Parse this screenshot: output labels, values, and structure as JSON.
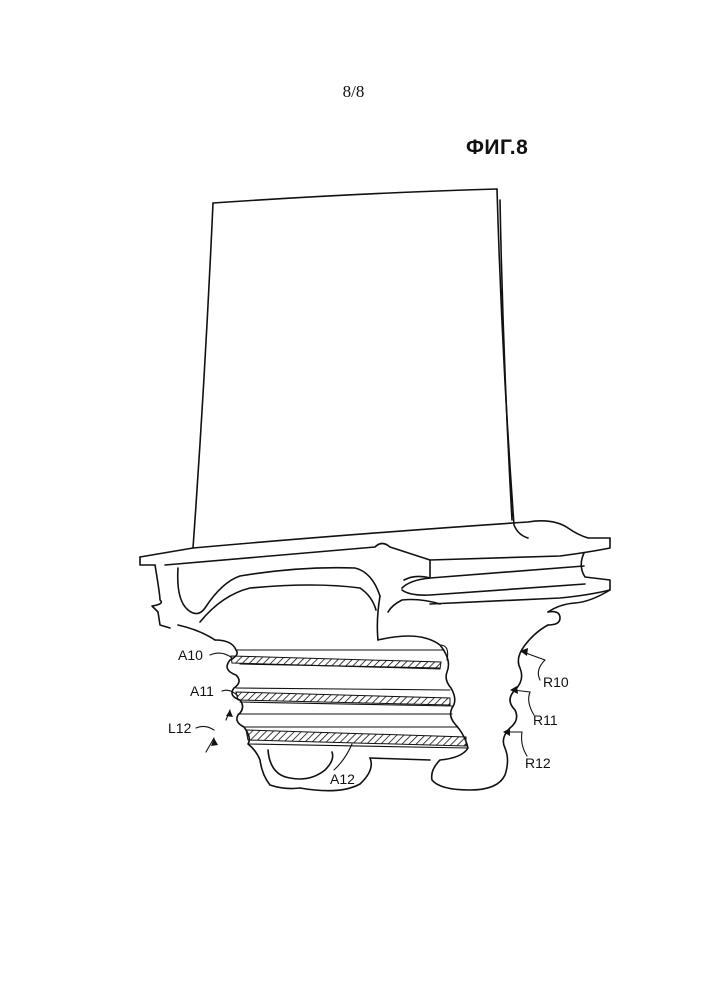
{
  "page": {
    "number": "8/8"
  },
  "figure": {
    "title": "ФИГ.8"
  },
  "labels": {
    "a10": "A10",
    "a11": "A11",
    "l12": "L12",
    "a12": "A12",
    "r10": "R10",
    "r11": "R11",
    "r12": "R12"
  }
}
